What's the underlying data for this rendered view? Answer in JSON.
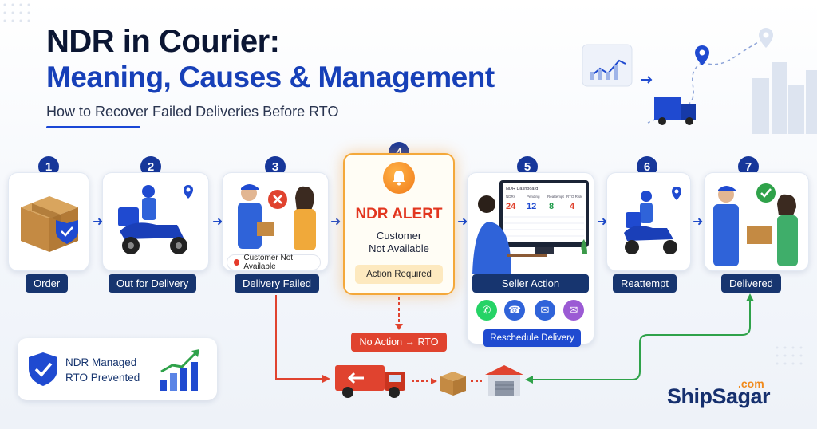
{
  "header": {
    "title_line1": "NDR in Courier:",
    "title_line2": "Meaning, Causes & Management",
    "subtitle": "How to Recover Failed Deliveries Before RTO"
  },
  "steps": [
    {
      "number": "1",
      "label": "Order"
    },
    {
      "number": "2",
      "label": "Out for Delivery"
    },
    {
      "number": "3",
      "label": "Delivery Failed",
      "status": "Customer Not Available"
    },
    {
      "number": "4",
      "alert_title": "NDR ALERT",
      "alert_line1": "Customer",
      "alert_line2": "Not Available",
      "action": "Action Required"
    },
    {
      "number": "5",
      "label": "Seller Action",
      "button": "Reschedule Delivery"
    },
    {
      "number": "6",
      "label": "Reattempt"
    },
    {
      "number": "7",
      "label": "Delivered"
    }
  ],
  "dashboard": {
    "title": "NDR Dashboard",
    "metrics": [
      {
        "label": "NDRs",
        "value": "24",
        "color": "#e0432f"
      },
      {
        "label": "Pending",
        "value": "12",
        "color": "#1f4ad0"
      },
      {
        "label": "Reattempt",
        "value": "8",
        "color": "#1e9b4a"
      },
      {
        "label": "RTO Risk",
        "value": "4",
        "color": "#e0432f"
      }
    ]
  },
  "rto_path": {
    "label": "No Action → RTO"
  },
  "summary": {
    "line1": "NDR Managed",
    "line2": "RTO Prevented"
  },
  "brand": {
    "name": "ShipSagar",
    "suffix": ".com"
  },
  "colors": {
    "primary": "#17379a",
    "accent_red": "#e0432f",
    "accent_green": "#2fa24a",
    "alert_orange": "#f4a83a"
  }
}
